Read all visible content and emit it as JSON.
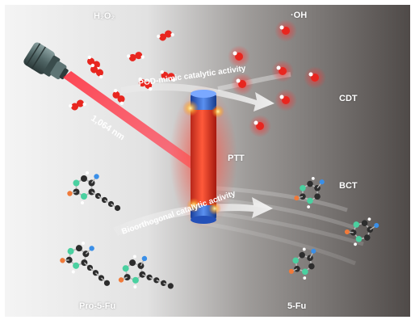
{
  "labels": {
    "h2o2": "H₂O₂",
    "oh": "·OH",
    "cdt": "CDT",
    "ptt": "PTT",
    "bct": "BCT",
    "wavelength": "1,064 nm",
    "pod_activity": "POD-mimic catalytic activity",
    "bio_activity": "Bioorthogonal catalytic activity",
    "prodrug": "Pro-5-Fu",
    "drug": "5-Fu"
  },
  "icons": [
    "laser-icon",
    "nanorod-icon",
    "h2o2-molecule-icon",
    "hydroxyl-radical-icon",
    "prodrug-molecule-icon",
    "drug-molecule-icon",
    "arrow-icon"
  ],
  "colors": {
    "background_light": "#efefef",
    "background_dark": "#575250",
    "laser_beam": "#ff3b4a",
    "nanorod_core": "#f03a2a",
    "nanorod_cap": "#2f66d6",
    "oxygen_atom": "#e8261f",
    "carbon_atom": "#2d2d2d",
    "nitrogen_atom": "#4ad0a0",
    "fluorine_atom": "#3a8fe8",
    "orange_atom": "#f07a3a"
  }
}
